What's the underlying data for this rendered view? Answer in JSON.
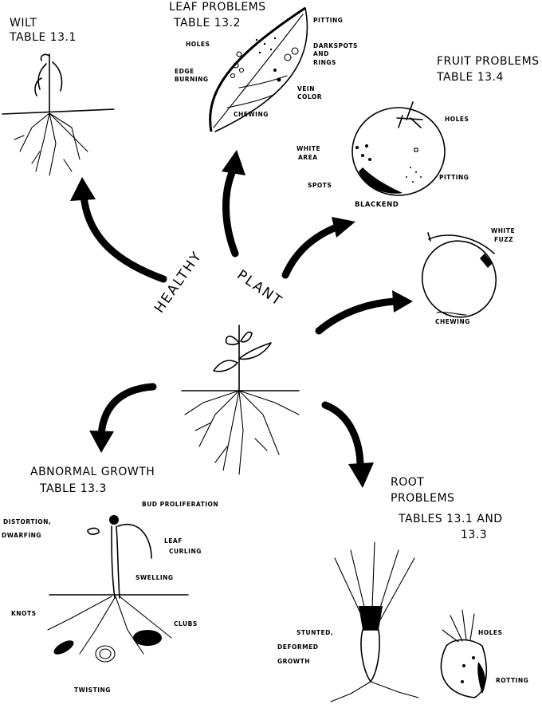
{
  "center": {
    "title_word1": "HEALTHY",
    "title_word2": "PLANT"
  },
  "wilt": {
    "title": "WILT",
    "table": "TABLE 13.1"
  },
  "leaf": {
    "title": "LEAF PROBLEMS",
    "table": "TABLE 13.2",
    "labels": {
      "holes": "HOLES",
      "pitting": "PITTING",
      "dark_spots_1": "DARKSPOTS",
      "dark_spots_2": "AND",
      "dark_spots_3": "RINGS",
      "edge_burning_1": "EDGE",
      "edge_burning_2": "BURNING",
      "vein_color_1": "VEIN",
      "vein_color_2": "COLOR",
      "chewing": "CHEWING"
    }
  },
  "fruit": {
    "title": "FRUIT PROBLEMS",
    "table": "TABLE 13.4",
    "labels": {
      "holes": "HOLES",
      "white_area_1": "WHITE",
      "white_area_2": "AREA",
      "spots": "SPOTS",
      "pitting": "PITTING",
      "black_end": "BLACKEND",
      "white_fuzz_1": "WHITE",
      "white_fuzz_2": "FUZZ",
      "chewing": "CHEWING"
    }
  },
  "abnormal": {
    "title": "ABNORMAL GROWTH",
    "table": "TABLE 13.3",
    "labels": {
      "bud_proliferation": "BUD PROLIFERATION",
      "distortion_1": "DISTORTION,",
      "distortion_2": "DWARFING",
      "leaf_curling_1": "LEAF",
      "leaf_curling_2": "CURLING",
      "swelling": "SWELLING",
      "knots": "KNOTS",
      "clubs": "CLUBS",
      "twisting": "TWISTING"
    }
  },
  "root": {
    "title_1": "ROOT",
    "title_2": "PROBLEMS",
    "table_1": "TABLES 13.1 AND",
    "table_2": "13.3",
    "labels": {
      "stunted_1": "STUNTED,",
      "stunted_2": "DEFORMED",
      "stunted_3": "GROWTH",
      "holes": "HOLES",
      "rotting": "ROTTING"
    }
  }
}
